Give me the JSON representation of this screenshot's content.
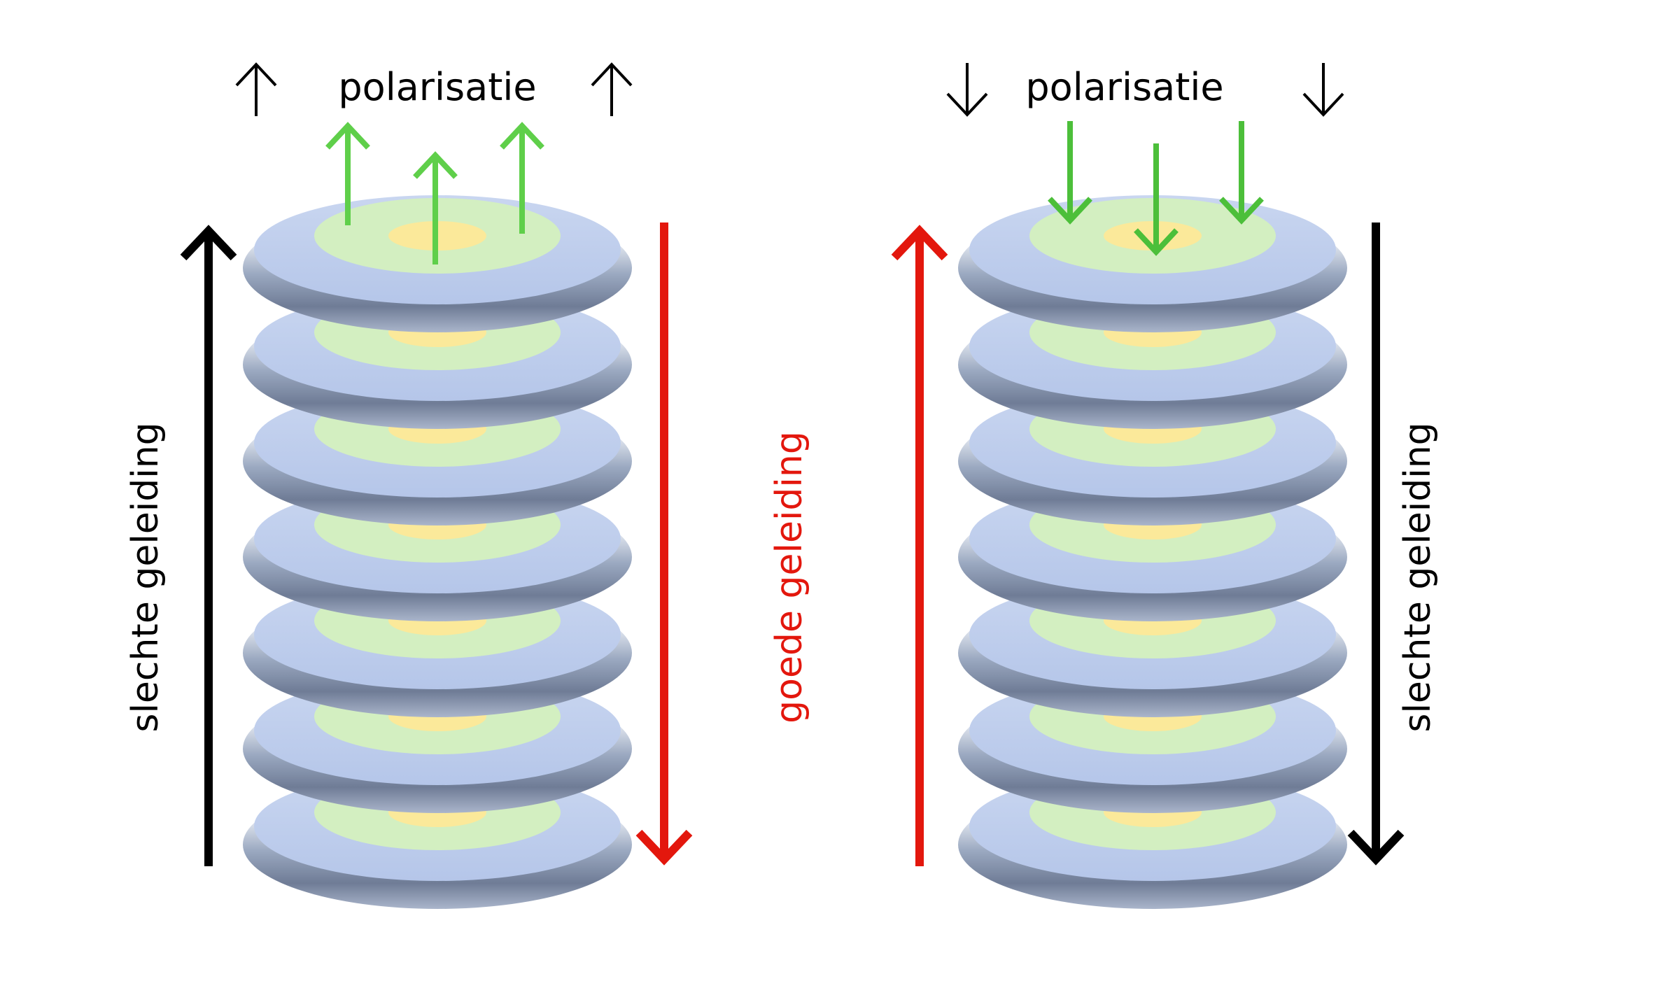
{
  "left_panel": {
    "polarization_label": "polarisatie",
    "polarization_direction": "up",
    "left_arrow_label": "slechte geleiding",
    "left_arrow_direction": "up",
    "left_arrow_color": "#000000",
    "right_arrow_label": "goede geleiding",
    "right_arrow_direction": "down",
    "right_arrow_color": "#e3170d",
    "dipole_arrow_color": "#5fcf4a"
  },
  "right_panel": {
    "polarization_label": "polarisatie",
    "polarization_direction": "down",
    "left_arrow_label": "",
    "left_arrow_direction": "up",
    "left_arrow_color": "#e3170d",
    "right_arrow_label": "slechte geleiding",
    "right_arrow_direction": "down",
    "right_arrow_color": "#000000",
    "dipole_arrow_color": "#4cbf3a"
  },
  "disc_colors": {
    "outer": "#bccdee",
    "middle": "#d3efc1",
    "center": "#fbe99a"
  }
}
